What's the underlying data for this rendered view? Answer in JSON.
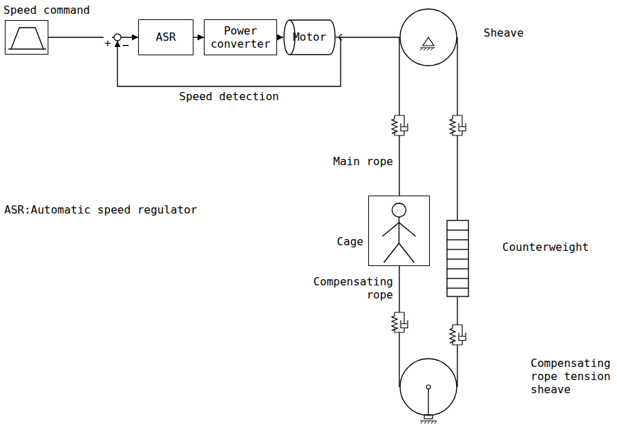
{
  "diagram": {
    "nodes": [
      {
        "text": [
          "Speed command"
        ]
      },
      {
        "text": [
          "ASR"
        ]
      },
      {
        "text": [
          "Power converter"
        ]
      },
      {
        "text": [
          "Motor"
        ]
      },
      {
        "text": [
          "Sheave"
        ]
      },
      {
        "text": [
          "Cage"
        ]
      },
      {
        "text": [
          "Counterweight"
        ]
      },
      {
        "text": [
          "Compensating rope tension sheave"
        ]
      }
    ],
    "edges": [
      {
        "from": 0,
        "to": 1,
        "arrow": "to"
      },
      {
        "from": 1,
        "to": 2,
        "arrow": "to"
      },
      {
        "from": 2,
        "to": 3,
        "arrow": "to"
      },
      {
        "from": 3,
        "to": 4,
        "arrow": "none"
      },
      {
        "from": 3,
        "to": 1,
        "label": "Speed detection",
        "arrow": "to"
      },
      {
        "from": 4,
        "to": 5,
        "arrow": "none"
      },
      {
        "from": 4,
        "to": 6,
        "arrow": "none"
      },
      {
        "from": 5,
        "to": 7,
        "arrow": "none"
      },
      {
        "from": 6,
        "to": 7,
        "arrow": "none"
      }
    ],
    "labels": [
      "+",
      "−",
      "Main rope",
      "Compensating rope",
      "ASR:Automatic speed regulator"
    ]
  }
}
